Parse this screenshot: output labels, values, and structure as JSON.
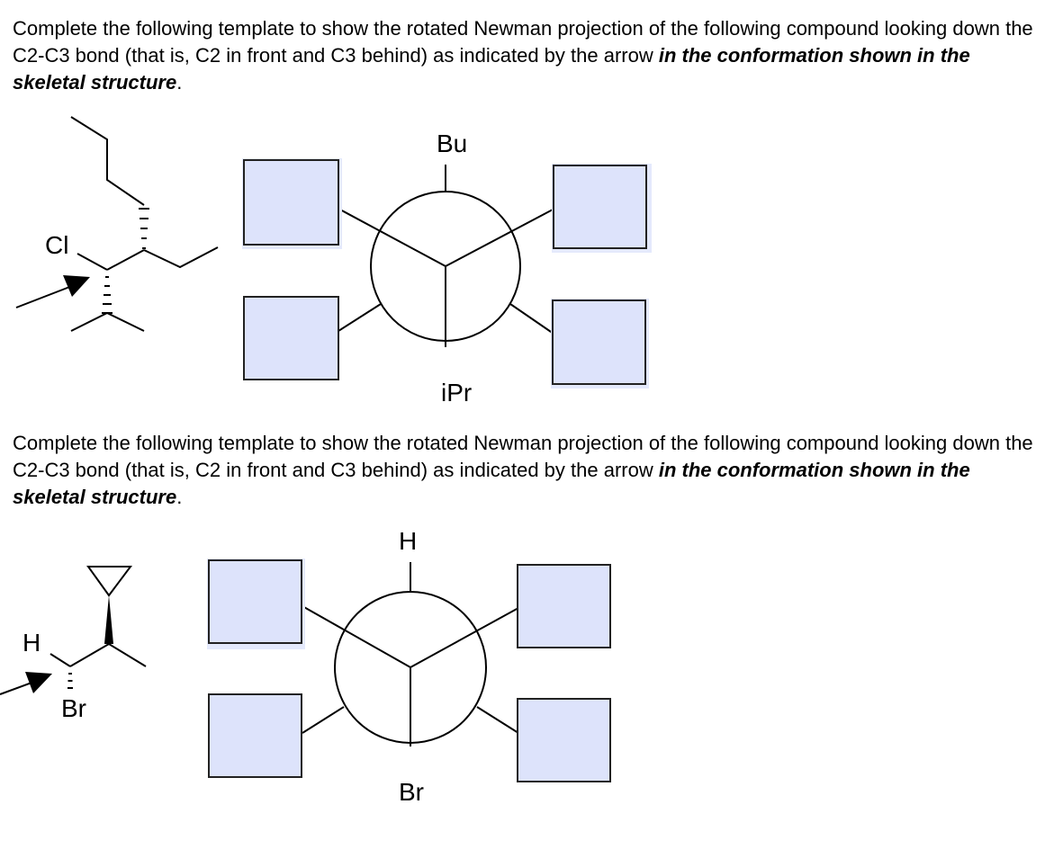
{
  "questions": [
    {
      "prompt_start": "Complete the following template to show the rotated Newman projection of the following compound looking down the C2-C3 bond (that is, C2 in front and C3 behind) as indicated by the arrow ",
      "prompt_emphasis": "in the conformation shown in the skeletal structure",
      "prompt_end": ".",
      "skeletal_labels": {
        "substituent": "Cl"
      },
      "newman": {
        "top_label": "Bu",
        "bottom_label": "iPr"
      }
    },
    {
      "prompt_start": "Complete the following template to show the rotated Newman projection of the following compound looking down the C2-C3 bond (that is, C2 in front and C3 behind) as indicated by the arrow ",
      "prompt_emphasis": "in the conformation shown in the skeletal structure",
      "prompt_end": ".",
      "skeletal_labels": {
        "left": "H",
        "bottom": "Br"
      },
      "newman": {
        "top_label": "H",
        "bottom_label": "Br"
      }
    }
  ],
  "colors": {
    "box_fill": "#dde3fb",
    "box_border": "#222222"
  }
}
